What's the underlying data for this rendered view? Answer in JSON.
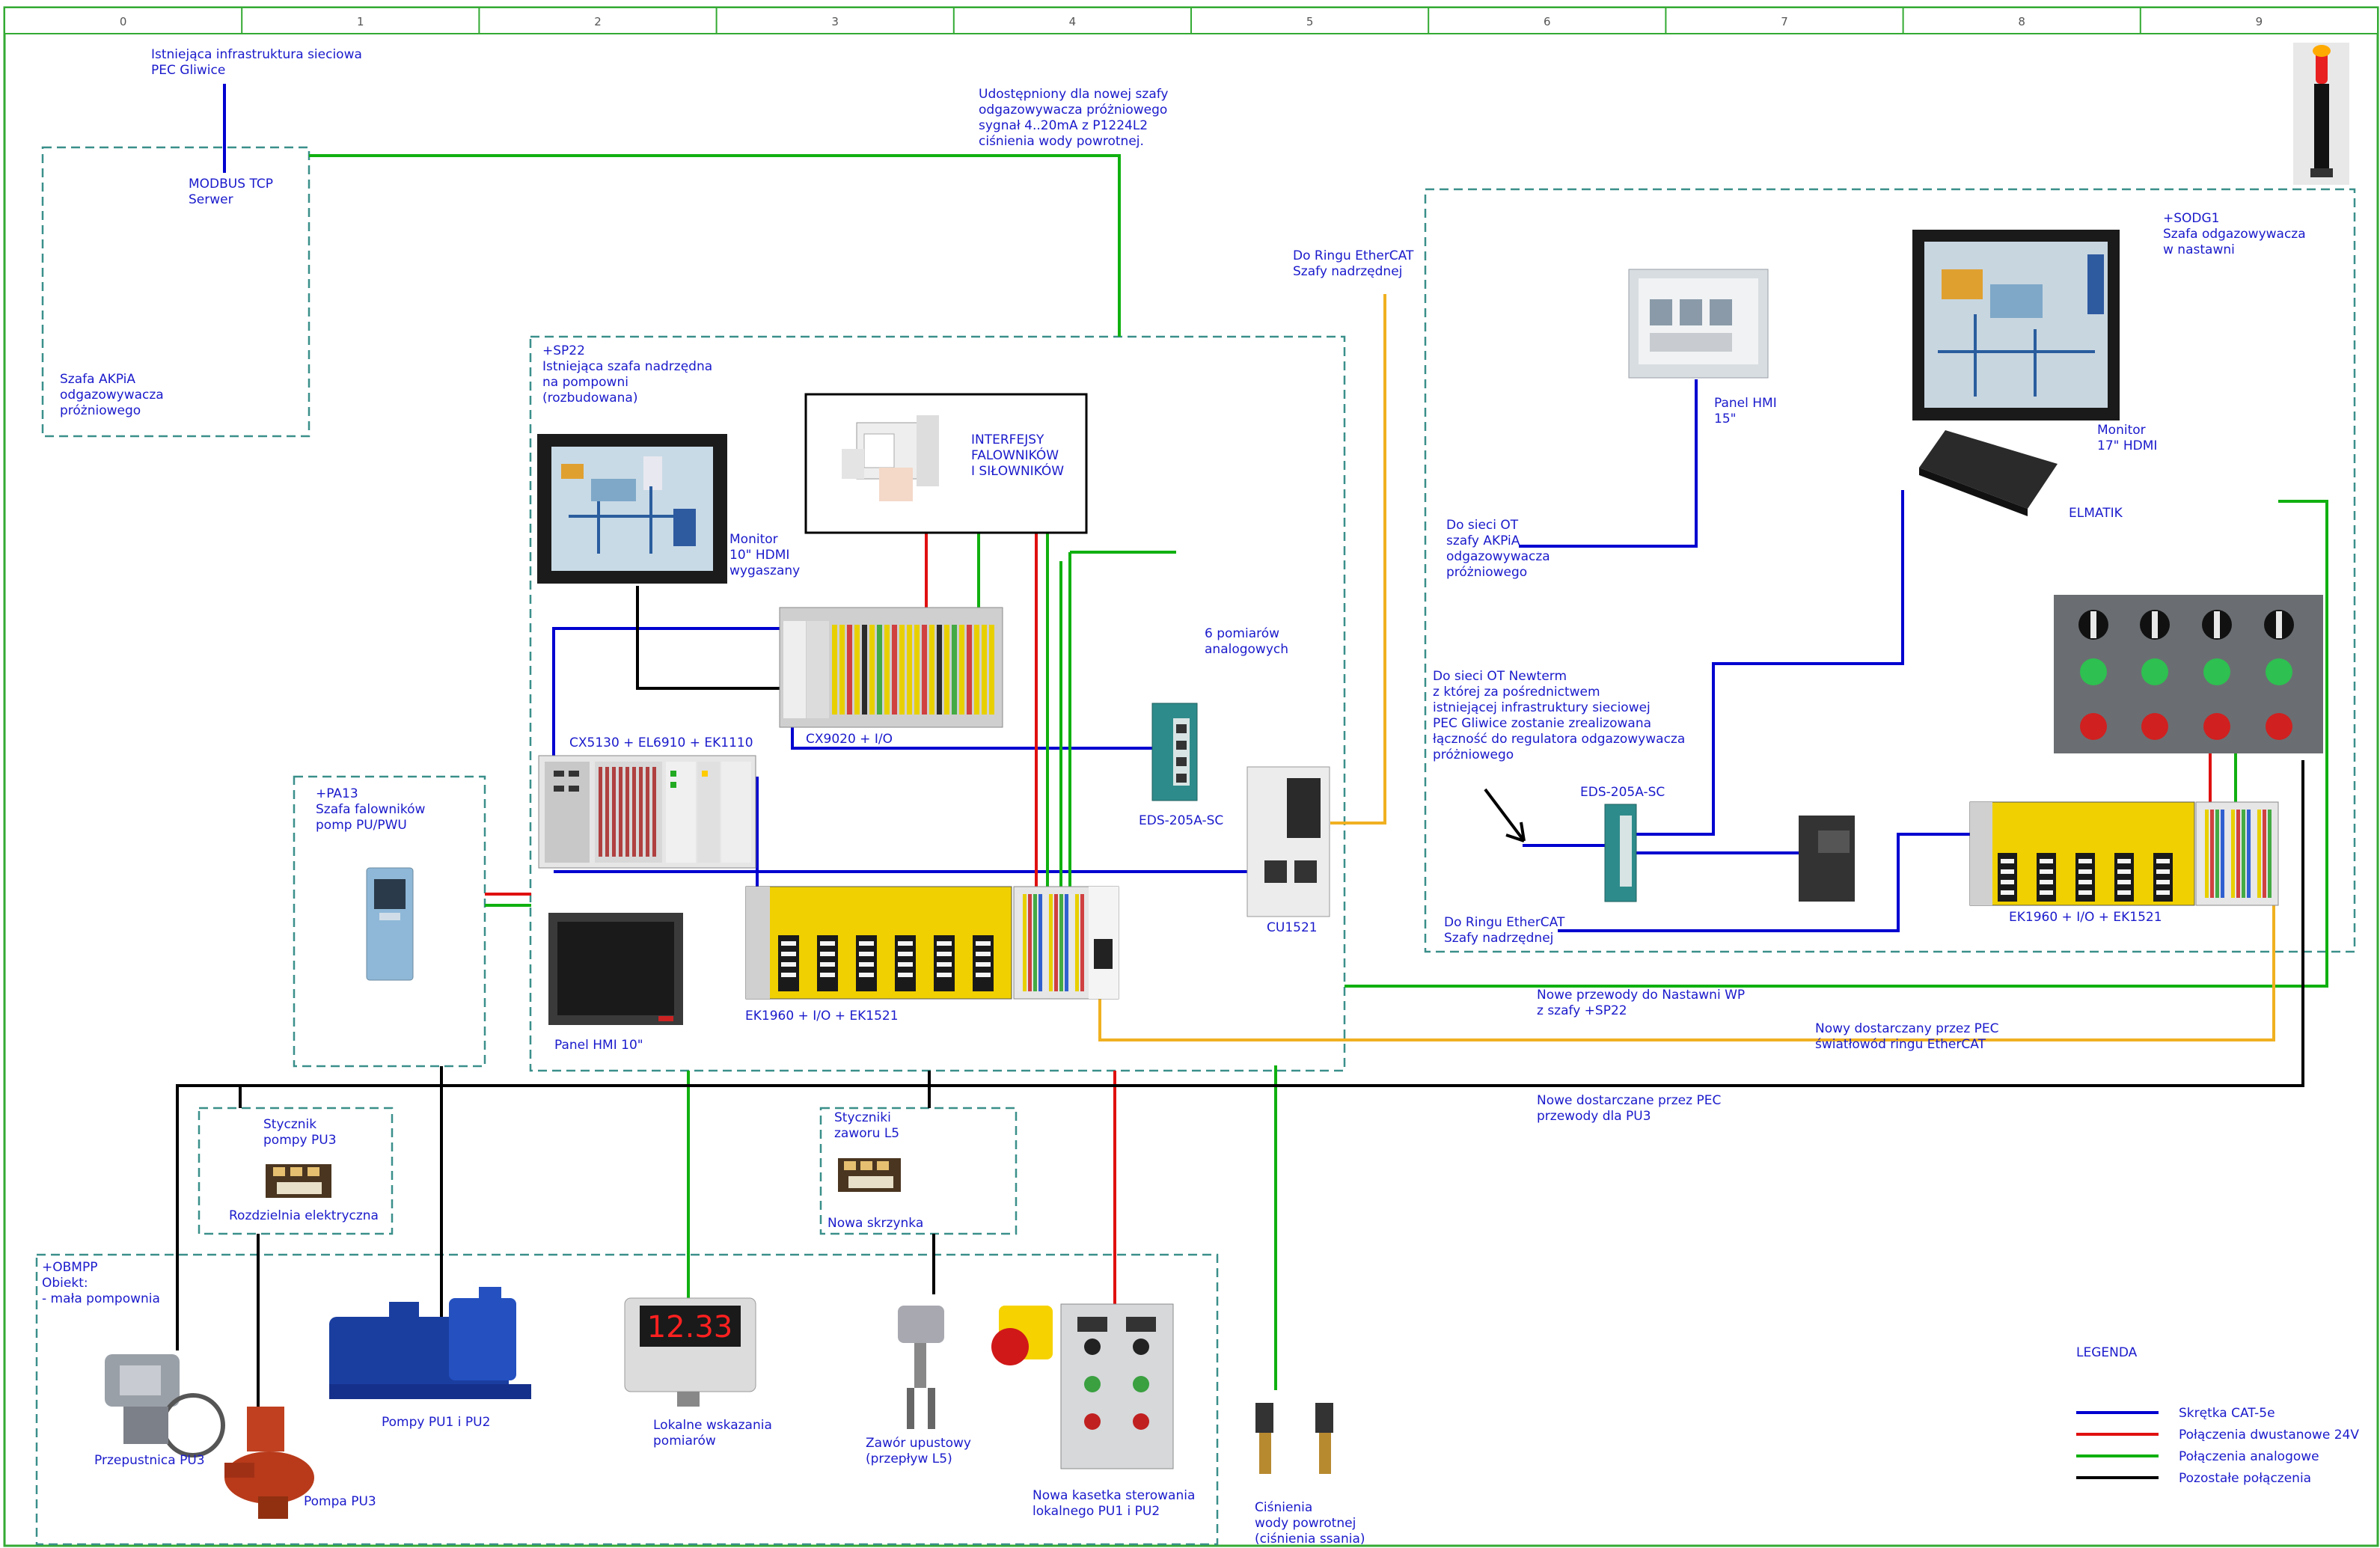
{
  "colors": {
    "blue": "#0000d0",
    "red": "#e01010",
    "green": "#10b010",
    "black": "#000000",
    "orange": "#f0b020",
    "frame": "#33aa33",
    "box": "#3a8f8a",
    "text": "#1a1acc"
  },
  "ruler": [
    "0",
    "1",
    "2",
    "3",
    "4",
    "5",
    "6",
    "7",
    "8",
    "9"
  ],
  "labels": {
    "pec_infra": [
      "Istniejąca infrastruktura sieciowa",
      "PEC Gliwice"
    ],
    "modbus": [
      "MODBUS TCP",
      "Serwer"
    ],
    "akpia": [
      "Szafa AKPiA",
      "odgazowywacza",
      "próżniowego"
    ],
    "shared_signal": [
      "Udostępniony dla nowej szafy",
      "odgazowywacza próżniowego",
      "sygnał 4..20mA z P1224L2",
      "ciśnienia wody powrotnej."
    ],
    "ring_top": [
      "Do Ringu EtherCAT",
      "Szafy nadrzędnej"
    ],
    "sp22": [
      "+SP22",
      "Istniejąca szafa nadrzędna",
      "na pompowni",
      "(rozbudowana)"
    ],
    "interfaces": [
      "INTERFEJSY",
      "FALOWNIKÓW",
      "I SIŁOWNIKÓW"
    ],
    "monitor10": [
      "Monitor",
      "10\" HDMI",
      "wygaszany"
    ],
    "six_measurements": [
      "6 pomiarów",
      "analogowych"
    ],
    "cx9020": "CX9020 + I/O",
    "cx5130": "CX5130 + EL6910 + EK1110",
    "eds_left": "EDS-205A-SC",
    "cu1521": "CU1521",
    "ek1960_left": "EK1960 + I/O + EK1521",
    "panel_hmi10": "Panel HMI  10\"",
    "pa13": [
      "+PA13",
      "Szafa falowników",
      "pomp PU/PWU"
    ],
    "stycznik_pu3": [
      "Stycznik",
      "pompy PU3"
    ],
    "rozdzielnia": "Rozdzielnia elektryczna",
    "styczniki_l5": [
      "Styczniki",
      "zaworu L5"
    ],
    "nowa_skrzynka": "Nowa skrzynka",
    "obmpp": [
      "+OBMPP",
      "Obiekt:",
      "- mała pompownia"
    ],
    "przepustnica": "Przepustnica PU3",
    "pompa_pu3": "Pompa PU3",
    "pompy_pu12": "Pompy PU1 i PU2",
    "lokalne": [
      "Lokalne wskazania",
      "pomiarów"
    ],
    "zawor": [
      "Zawór upustowy",
      "(przepływ L5)"
    ],
    "kasetka": [
      "Nowa kasetka sterowania",
      "lokalnego PU1 i PU2"
    ],
    "cisnienia": [
      "Ciśnienia",
      "wody powrotnej",
      "(ciśnienia ssania)"
    ],
    "sodg1": [
      "+SODG1",
      "Szafa odgazowywacza",
      "w nastawni"
    ],
    "panel_hmi15": [
      "Panel HMI",
      "15\""
    ],
    "monitor17": [
      "Monitor",
      "17\" HDMI"
    ],
    "elmatik": "ELMATIK",
    "ot_akpia": [
      "Do sieci OT",
      "szafy AKPiA",
      "odgazowywacza",
      "próżniowego"
    ],
    "ot_newterm": [
      "Do sieci OT Newterm",
      "z której za pośrednictwem",
      "istniejącej infrastruktury sieciowej",
      "PEC Gliwice zostanie zrealizowana",
      "łączność do regulatora odgazowywacza",
      "próżniowego"
    ],
    "eds_right": "EDS-205A-SC",
    "ek1960_right": "EK1960 + I/O + EK1521",
    "ring_right": [
      "Do Ringu EtherCAT",
      "Szafy nadrzędnej"
    ],
    "new_wires_wp": [
      "Nowe przewody do Nastawni WP",
      "z szafy +SP22"
    ],
    "new_fiber": [
      "Nowy dostarczany przez PEC",
      "światłowód ringu EtherCAT"
    ],
    "new_wires_pu3": [
      "Nowe dostarczane przez PEC",
      "przewody dla PU3"
    ]
  },
  "display_7seg": "12.33",
  "legend": {
    "title": "LEGENDA",
    "items": [
      {
        "label": "Skrętka CAT-5e",
        "color": "#0000d0"
      },
      {
        "label": "Połączenia dwustanowe 24V",
        "color": "#e01010"
      },
      {
        "label": "Połączenia analogowe",
        "color": "#10b010"
      },
      {
        "label": "Pozostałe połączenia",
        "color": "#000000"
      }
    ]
  },
  "icons": {
    "stack_light": "signal-tower-icon",
    "monitor": "monitor-icon",
    "hmi_panel": "hmi-panel-icon",
    "switch": "network-switch-icon",
    "plc": "plc-module-icon",
    "pump": "pump-icon",
    "valve": "valve-icon",
    "sensor": "pressure-sensor-icon",
    "contactor": "contactor-icon"
  }
}
